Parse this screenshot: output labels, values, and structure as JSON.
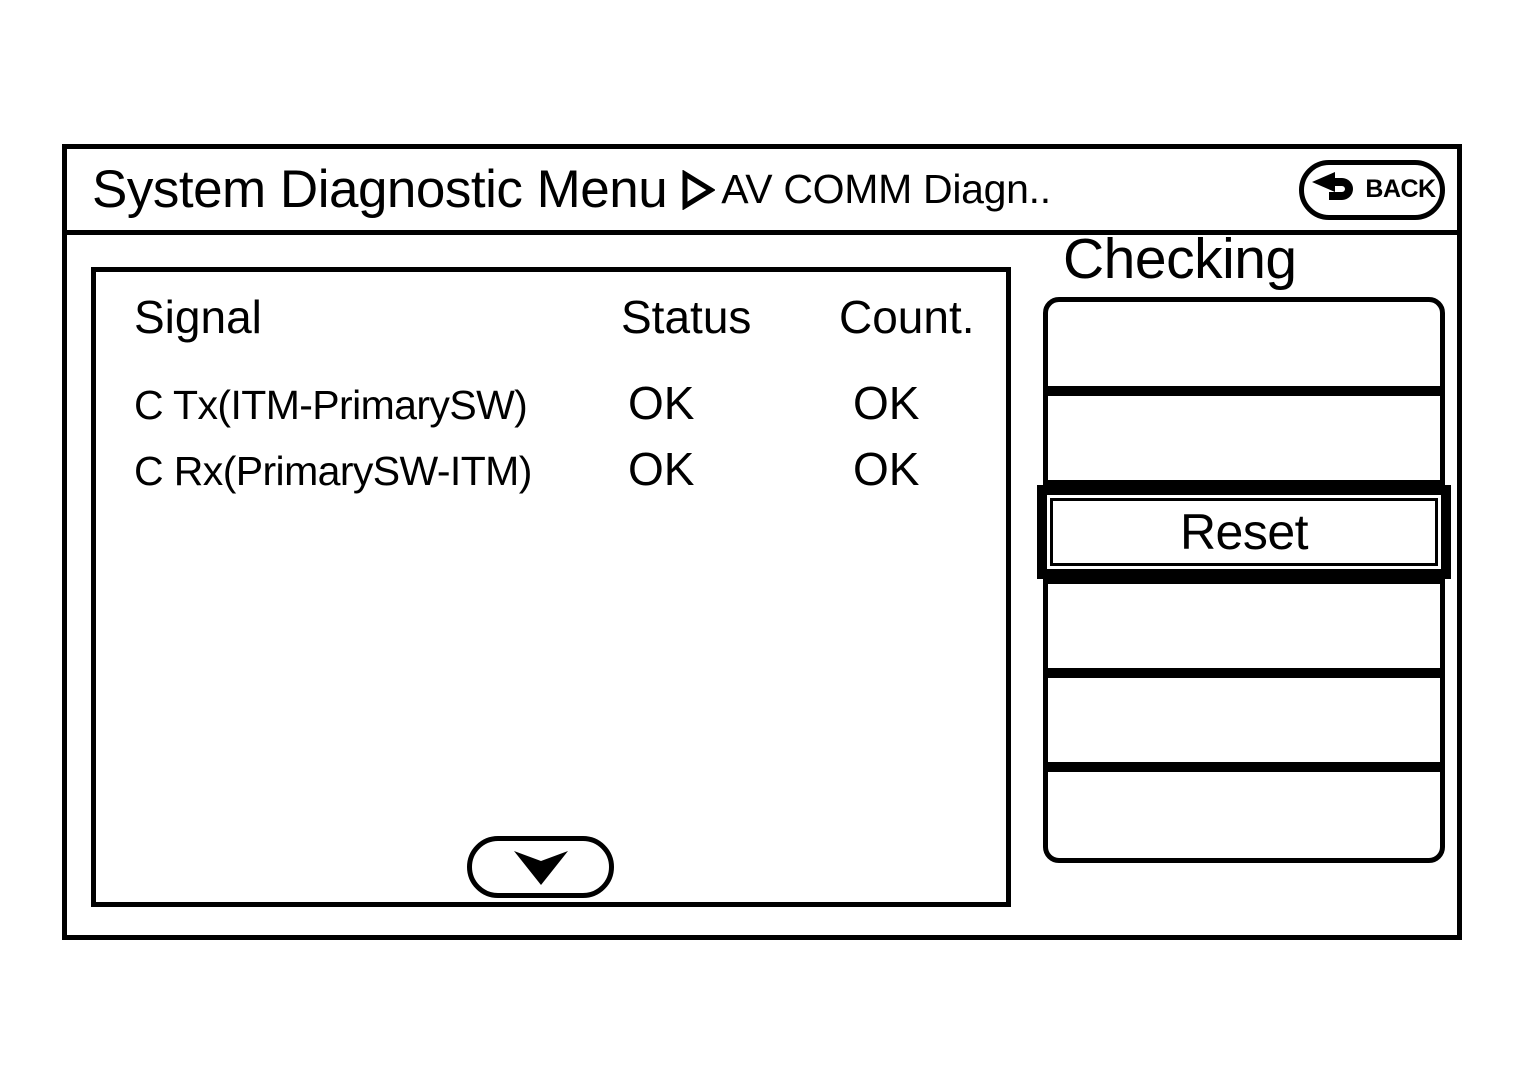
{
  "header": {
    "title": "System Diagnostic Menu",
    "separator_icon": "play-triangle-icon",
    "subtitle": "AV COMM Diagn..",
    "back_button": {
      "label": "BACK",
      "icon": "back-arrow-icon"
    }
  },
  "list_panel": {
    "columns": [
      "Signal",
      "Status",
      "Count."
    ],
    "rows": [
      {
        "signal": "C Tx(ITM-PrimarySW)",
        "status": "OK",
        "count": "OK"
      },
      {
        "signal": "C Rx(PrimarySW-ITM)",
        "status": "OK",
        "count": "OK"
      }
    ],
    "scroll_down": {
      "icon": "chevron-down-icon"
    }
  },
  "side_panel": {
    "status_label": "Checking",
    "buttons": [
      {
        "label": "",
        "selected": false
      },
      {
        "label": "",
        "selected": false
      },
      {
        "label": "Reset",
        "selected": true
      },
      {
        "label": "",
        "selected": false
      },
      {
        "label": "",
        "selected": false
      },
      {
        "label": "",
        "selected": false
      }
    ]
  },
  "colors": {
    "foreground": "#000000",
    "background": "#ffffff"
  }
}
